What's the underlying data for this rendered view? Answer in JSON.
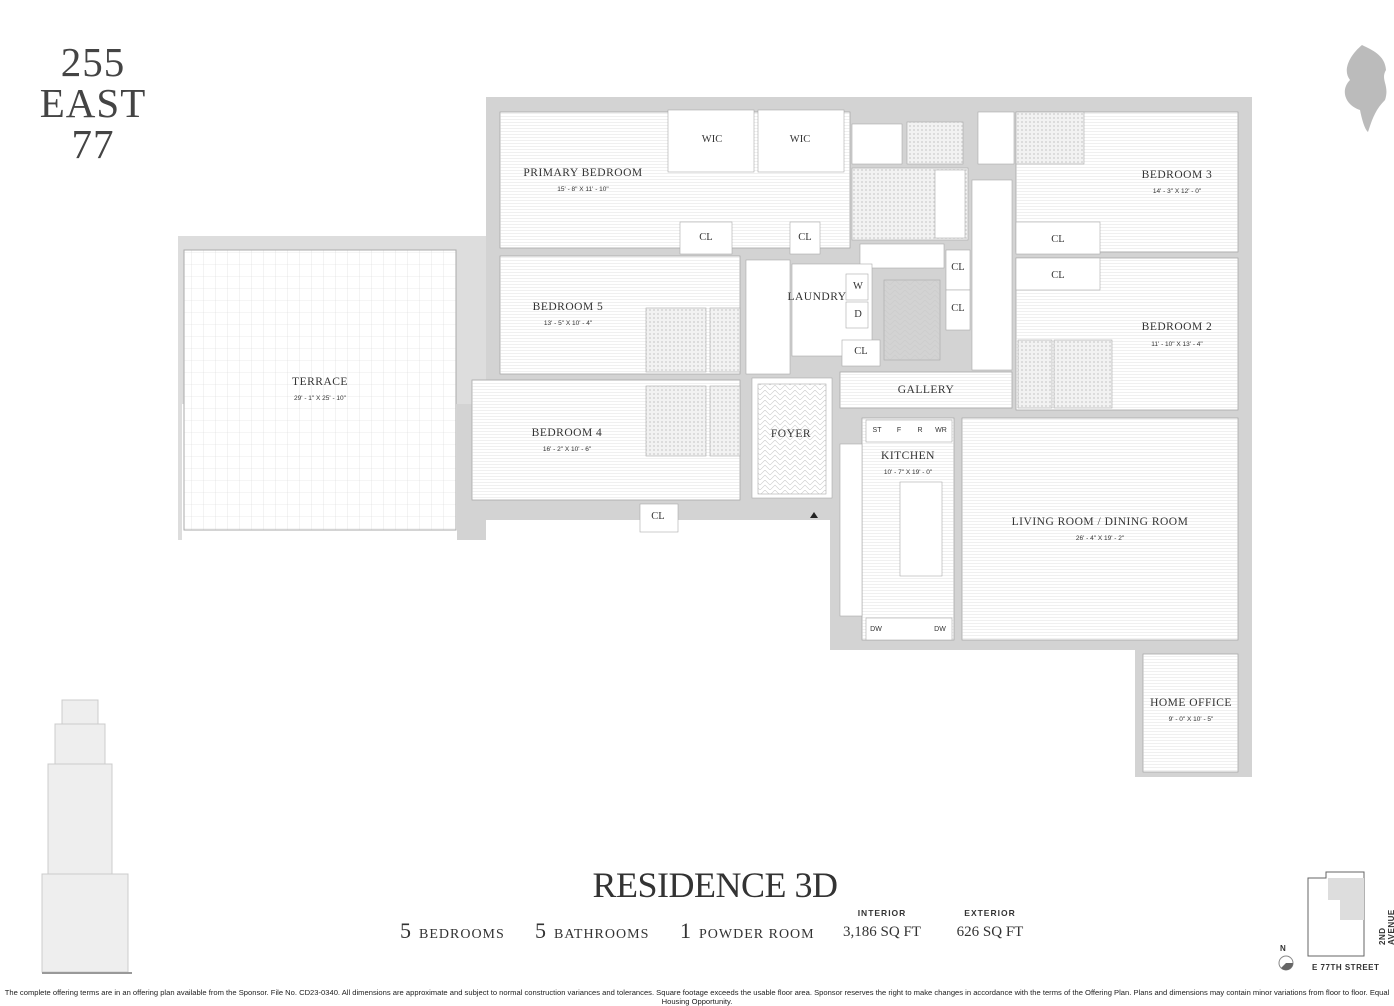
{
  "logo": {
    "line1": "255",
    "line2": "EAST",
    "line3": "77"
  },
  "rooms": {
    "primary_bedroom": {
      "name": "PRIMARY BEDROOM",
      "dims": "15' - 8\" X 11' - 10\""
    },
    "bedroom3": {
      "name": "BEDROOM 3",
      "dims": "14' - 3\" X 12' - 0\""
    },
    "bedroom5": {
      "name": "BEDROOM 5",
      "dims": "13' - 5\" X 10' - 4\""
    },
    "bedroom2": {
      "name": "BEDROOM 2",
      "dims": "11' - 10\" X 13' - 4\""
    },
    "bedroom4": {
      "name": "BEDROOM 4",
      "dims": "16' - 2\" X 10' - 6\""
    },
    "terrace": {
      "name": "TERRACE",
      "dims": "29' - 1\" X 25' - 10\""
    },
    "kitchen": {
      "name": "KITCHEN",
      "dims": "10' - 7\" X 19' - 0\""
    },
    "living": {
      "name": "LIVING ROOM / DINING ROOM",
      "dims": "26' - 4\" X 19' - 2\""
    },
    "home_office": {
      "name": "HOME OFFICE",
      "dims": "9' - 0\" X 10' - 5\""
    },
    "foyer": "FOYER",
    "gallery": "GALLERY",
    "laundry": "LAUNDRY",
    "wic": "WIC",
    "cl": "CL",
    "w": "W",
    "d": "D",
    "appliances": {
      "st": "ST",
      "f": "F",
      "r": "R",
      "wr": "WR",
      "dw": "DW"
    }
  },
  "residence": {
    "title": "RESIDENCE 3D",
    "bedrooms": {
      "count": "5",
      "label": "BEDROOMS"
    },
    "bathrooms": {
      "count": "5",
      "label": "BATHROOMS"
    },
    "powder": {
      "count": "1",
      "label": "POWDER ROOM"
    },
    "interior": {
      "label": "INTERIOR",
      "value": "3,186 SQ FT"
    },
    "exterior": {
      "label": "EXTERIOR",
      "value": "626 SQ FT"
    }
  },
  "keyplan": {
    "north": "N",
    "street1": "2ND AVENUE",
    "street2": "E 77TH STREET"
  },
  "disclaimer": "The complete offering terms are in an offering plan available from the Sponsor. File No. CD23-0340. All dimensions are approximate and subject to normal construction variances and tolerances. Square footage exceeds the usable floor area. Sponsor reserves the right to make changes in accordance with the terms of the Offering Plan. Plans and dimensions may contain minor variations from floor to floor. Equal Housing Opportunity.",
  "colors": {
    "wall": "#d3d3d3",
    "line": "#9a9a9a",
    "text": "#333333"
  }
}
